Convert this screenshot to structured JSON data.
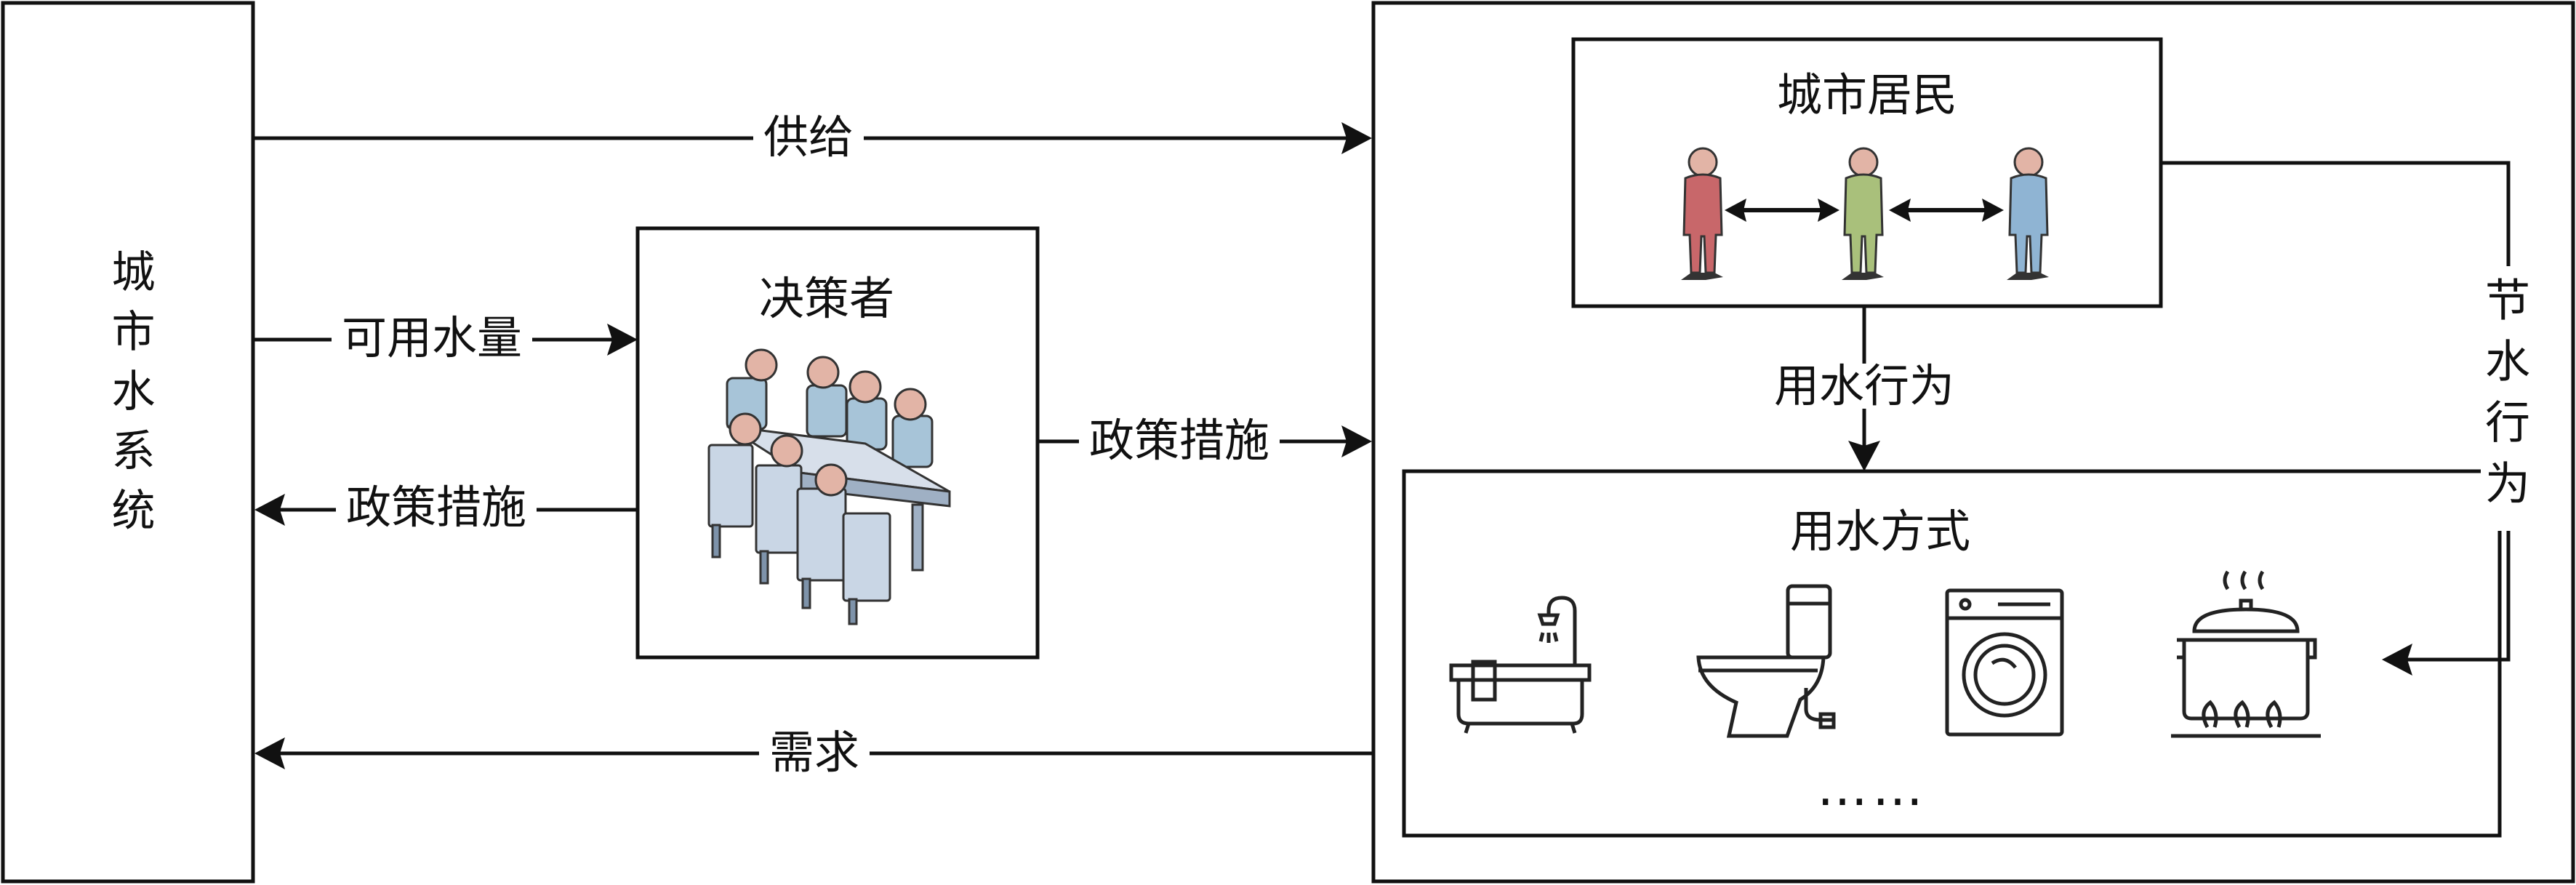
{
  "urban_water_system": "城市水系统",
  "labels": {
    "supply": "供给",
    "available_water": "可用水量",
    "policy_to_system": "政策措施",
    "policy_to_residents": "政策措施",
    "demand": "需求",
    "water_use_behavior": "用水行为",
    "water_saving_behavior": "节水行为"
  },
  "decision_maker": {
    "title": "决策者",
    "icon": "meeting-people-icon"
  },
  "residents": {
    "title": "城市居民",
    "icons": [
      "person-red-icon",
      "person-green-icon",
      "person-blue-icon"
    ],
    "colors": [
      "#c8676a",
      "#a9c07b",
      "#8fb4d3"
    ]
  },
  "water_use": {
    "title": "用水方式",
    "icons": [
      "bathtub-icon",
      "toilet-icon",
      "washing-machine-icon",
      "cooking-pot-icon"
    ],
    "ellipsis": "……"
  }
}
